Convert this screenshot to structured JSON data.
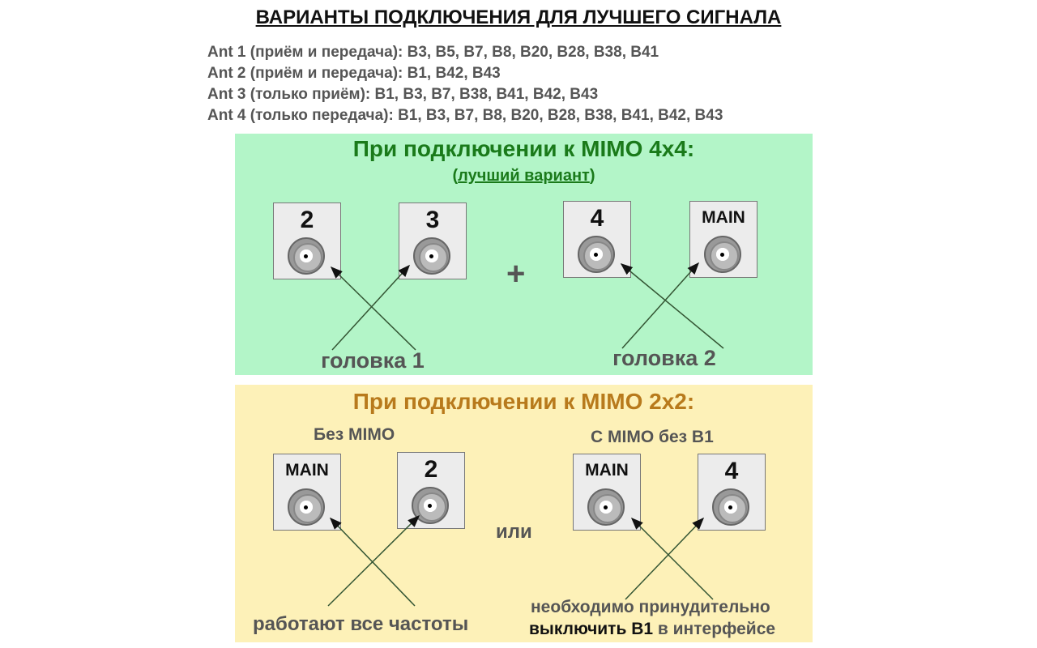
{
  "title": "ВАРИАНТЫ ПОДКЛЮЧЕНИЯ ДЛЯ ЛУЧШЕГО СИГНАЛА",
  "antennas": [
    "Ant 1 (приём и передача): B3, B5, B7, B8, B20, B28, B38, B41",
    "Ant 2 (приём и передача): B1, B42, B43",
    "Ant 3 (только приём): B1, B3, B7, B38, B41, B42, B43",
    "Ant 4 (только передача): B1, B3, B7, B8, B20, B28, B38, B41, B42, B43"
  ],
  "mimo4": {
    "heading": "При подключении к MIMO 4x4:",
    "note_open": "(",
    "note": "лучший вариант",
    "note_close": ")",
    "plus": "+",
    "ports": [
      "2",
      "3",
      "4",
      "MAIN"
    ],
    "head1": "головка 1",
    "head2": "головка 2",
    "color": "#1a7a1a"
  },
  "mimo2": {
    "heading": "При подключении к MIMO 2x2:",
    "left_title": "Без MIMO",
    "right_title": "С MIMO без B1",
    "or": "или",
    "ports": [
      "MAIN",
      "2",
      "MAIN",
      "4"
    ],
    "left_caption": "работают все частоты",
    "right_caption1": "необходимо принудительно",
    "right_caption2a": "выключить B1",
    "right_caption2b": " в интерфейсе",
    "color": "#b87a1c"
  }
}
